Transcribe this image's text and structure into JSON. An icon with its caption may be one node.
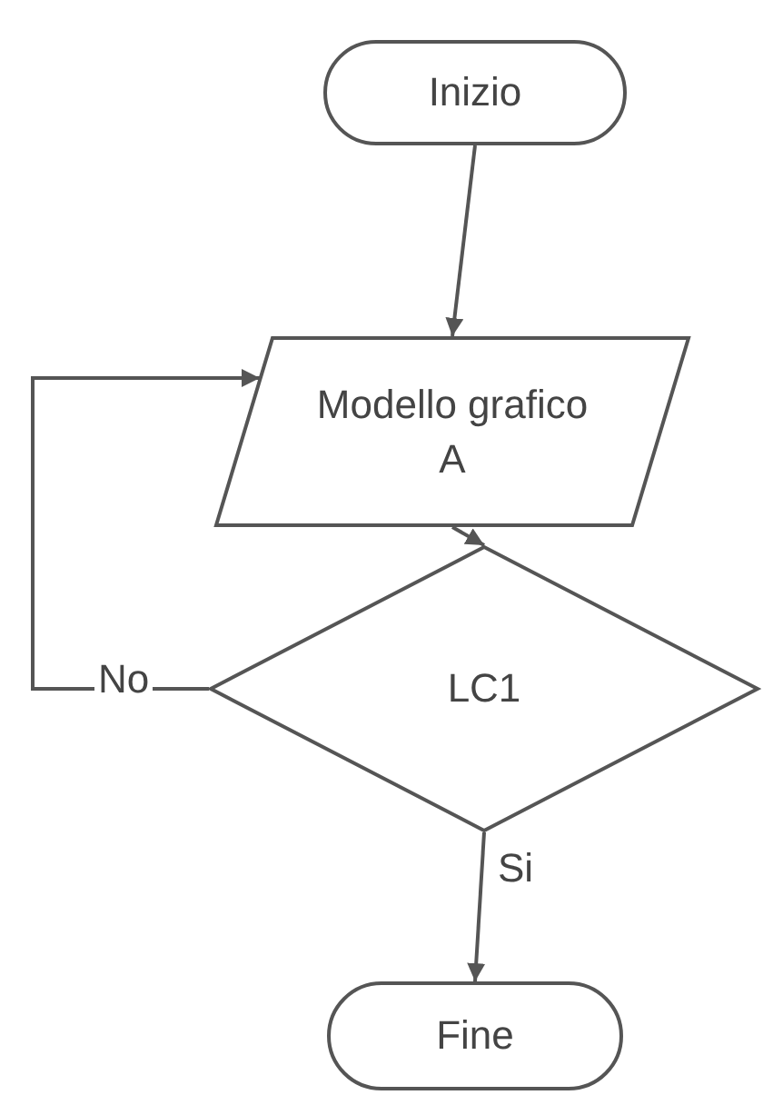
{
  "diagram": {
    "nodes": [
      {
        "text": [
          "Inizio"
        ]
      },
      {
        "text": [
          "Modello grafico A"
        ]
      },
      {
        "text": [
          "LC1"
        ]
      },
      {
        "text": [
          "Fine"
        ]
      }
    ],
    "edges": [
      {
        "from": 0,
        "to": 1,
        "arrow": "to"
      },
      {
        "from": 1,
        "to": 2,
        "arrow": "to"
      },
      {
        "from": 2,
        "to": 1,
        "arrow": "to",
        "label": "No"
      },
      {
        "from": 2,
        "to": 3,
        "arrow": "to",
        "label": "Si"
      }
    ]
  }
}
